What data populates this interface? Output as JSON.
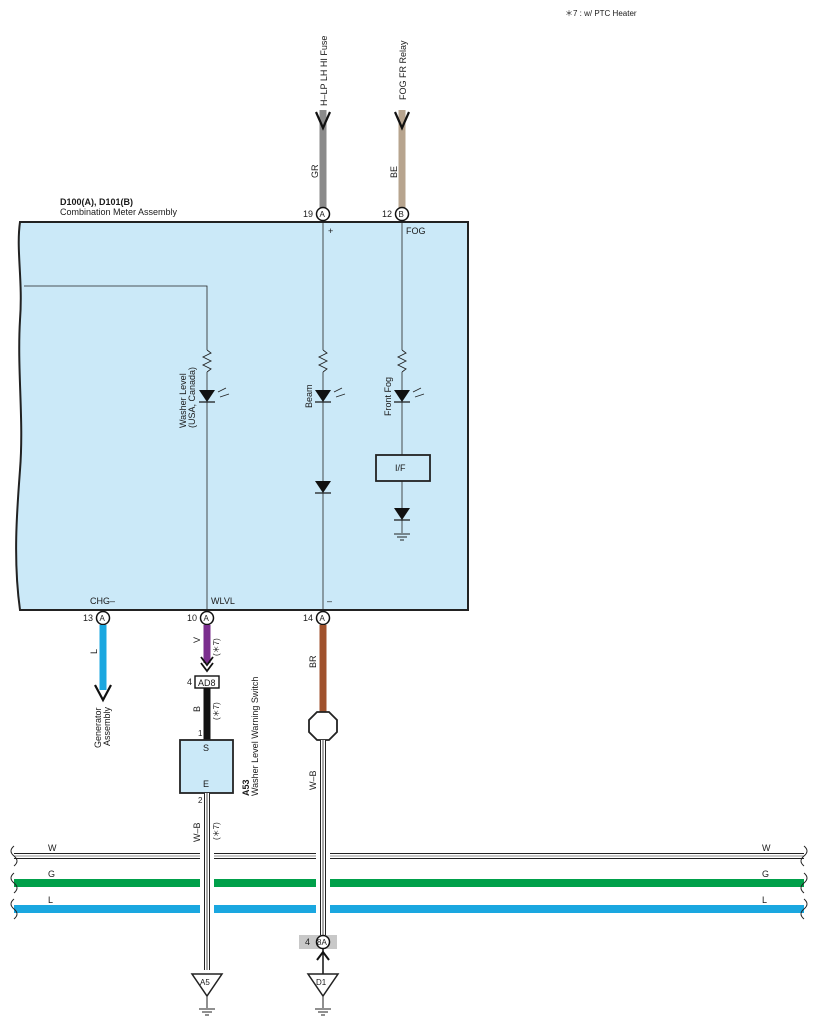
{
  "note": "＊7 : w/ PTC Heater",
  "meter": {
    "connectors": "D100(A), D101(B)",
    "name": "Combination Meter Assembly"
  },
  "top_feeds": [
    {
      "label": "H–LP LH HI Fuse",
      "wire": "GR",
      "pin": "19",
      "conn": "A",
      "pin_name": "+",
      "color": "#8a8a8a"
    },
    {
      "label": "FOG FR Relay",
      "wire": "BE",
      "pin": "12",
      "conn": "B",
      "pin_name": "FOG",
      "color": "#b7a48e"
    }
  ],
  "indicators": {
    "washer": "Washer Level",
    "washer_sub": "(USA, Canada)",
    "beam": "Beam",
    "fog": "Front Fog",
    "if_box": "I/F"
  },
  "bottom_pins": [
    {
      "name": "CHG–",
      "pin": "13",
      "conn": "A",
      "wire": "L",
      "color": "#1aa7e0"
    },
    {
      "name": "WLVL",
      "pin": "10",
      "conn": "A",
      "wire": "V",
      "color": "#7b2e8e"
    },
    {
      "name": "–",
      "pin": "14",
      "conn": "A",
      "wire": "BR",
      "color": "#a0522d"
    }
  ],
  "generator": "Generator\nAssembly",
  "star7": "(＊7)",
  "junction": {
    "pin": "4",
    "name": "AD8",
    "wire": "B"
  },
  "switch": {
    "id": "A53",
    "name": "Washer Level Warning Switch",
    "pin_s": "S",
    "pin_e": "E",
    "pin1": "1",
    "pin2": "2",
    "wire_out": "W–B"
  },
  "ground_wire": "W–B",
  "buses": [
    {
      "label": "W",
      "color": "#ffffff"
    },
    {
      "label": "G",
      "color": "#00a04a"
    },
    {
      "label": "L",
      "color": "#1aa7e0"
    }
  ],
  "bottom_connector": {
    "pin": "4",
    "name": "8A"
  },
  "grounds": [
    "A5",
    "D1"
  ]
}
